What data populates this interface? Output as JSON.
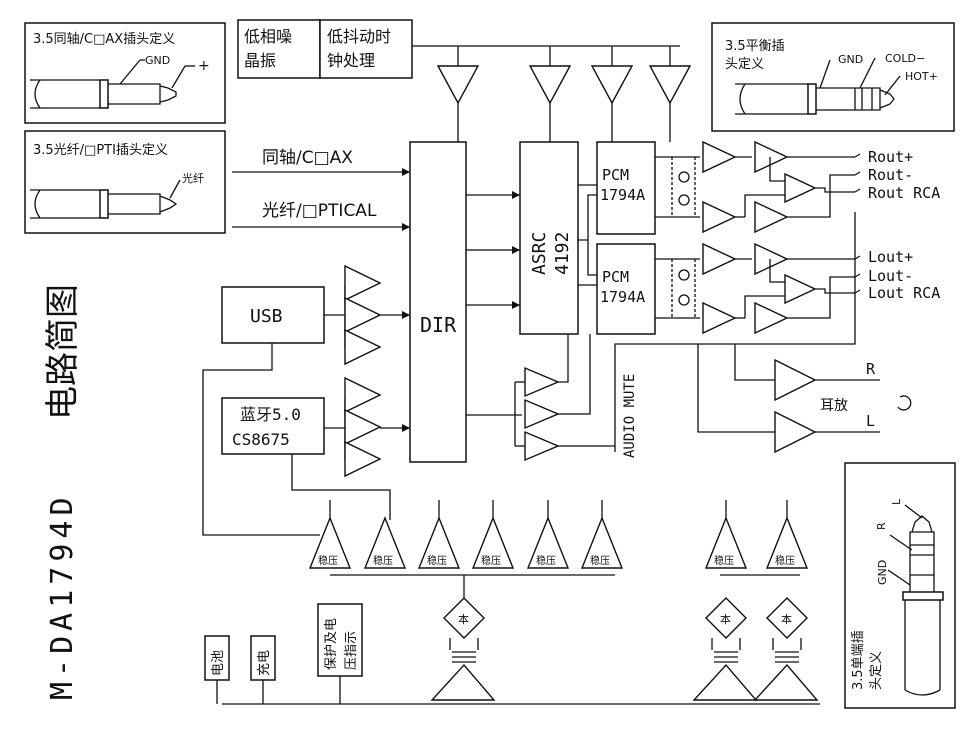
{
  "title_vertical": "电路简图",
  "model_vertical": "M-DA1794D",
  "boxes": {
    "low_phase_noise": "低相噪",
    "crystal": "晶振",
    "low_jitter": "低抖动时",
    "clock_proc": "钟处理",
    "usb": "USB",
    "bt1": "蓝牙5.0",
    "bt2": "CS8675",
    "dir": "DIR",
    "asrc1": "ASRC",
    "asrc2": "4192",
    "pcm_top1": "PCM",
    "pcm_top2": "1794A",
    "pcm_bot1": "PCM",
    "pcm_bot2": "1794A",
    "battery": "电池",
    "charge": "充电",
    "protect1": "保护及电",
    "protect2": "压指示"
  },
  "inputs": {
    "coax": "同轴/C□AX",
    "optical": "光纤/□PTICAL"
  },
  "outputs": {
    "rout_p": "Rout+",
    "rout_m": "Rout-",
    "rout_rca": "Rout RCA",
    "lout_p": "Lout+",
    "lout_m": "Lout-",
    "lout_rca": "Lout RCA",
    "r": "R",
    "l": "L",
    "headphone": "耳放"
  },
  "audio_mute": "AUDIO MUTE",
  "regulator": "稳压",
  "transformer_mark": "本",
  "insets": {
    "coax_title": "3.5同轴/C□AX插头定义",
    "coax_gnd": "GND",
    "coax_plus": "+",
    "opt_title": "3.5光纤/□PTI插头定义",
    "opt_fiber": "光纤",
    "bal_title1": "3.5平衡插",
    "bal_title2": "头定义",
    "bal_gnd": "GND",
    "bal_cold": "COLD−",
    "bal_hot": "HOT+",
    "se_title1": "3.5单端插",
    "se_title2": "头定义",
    "se_gnd": "GND",
    "se_r": "R",
    "se_l": "L"
  }
}
